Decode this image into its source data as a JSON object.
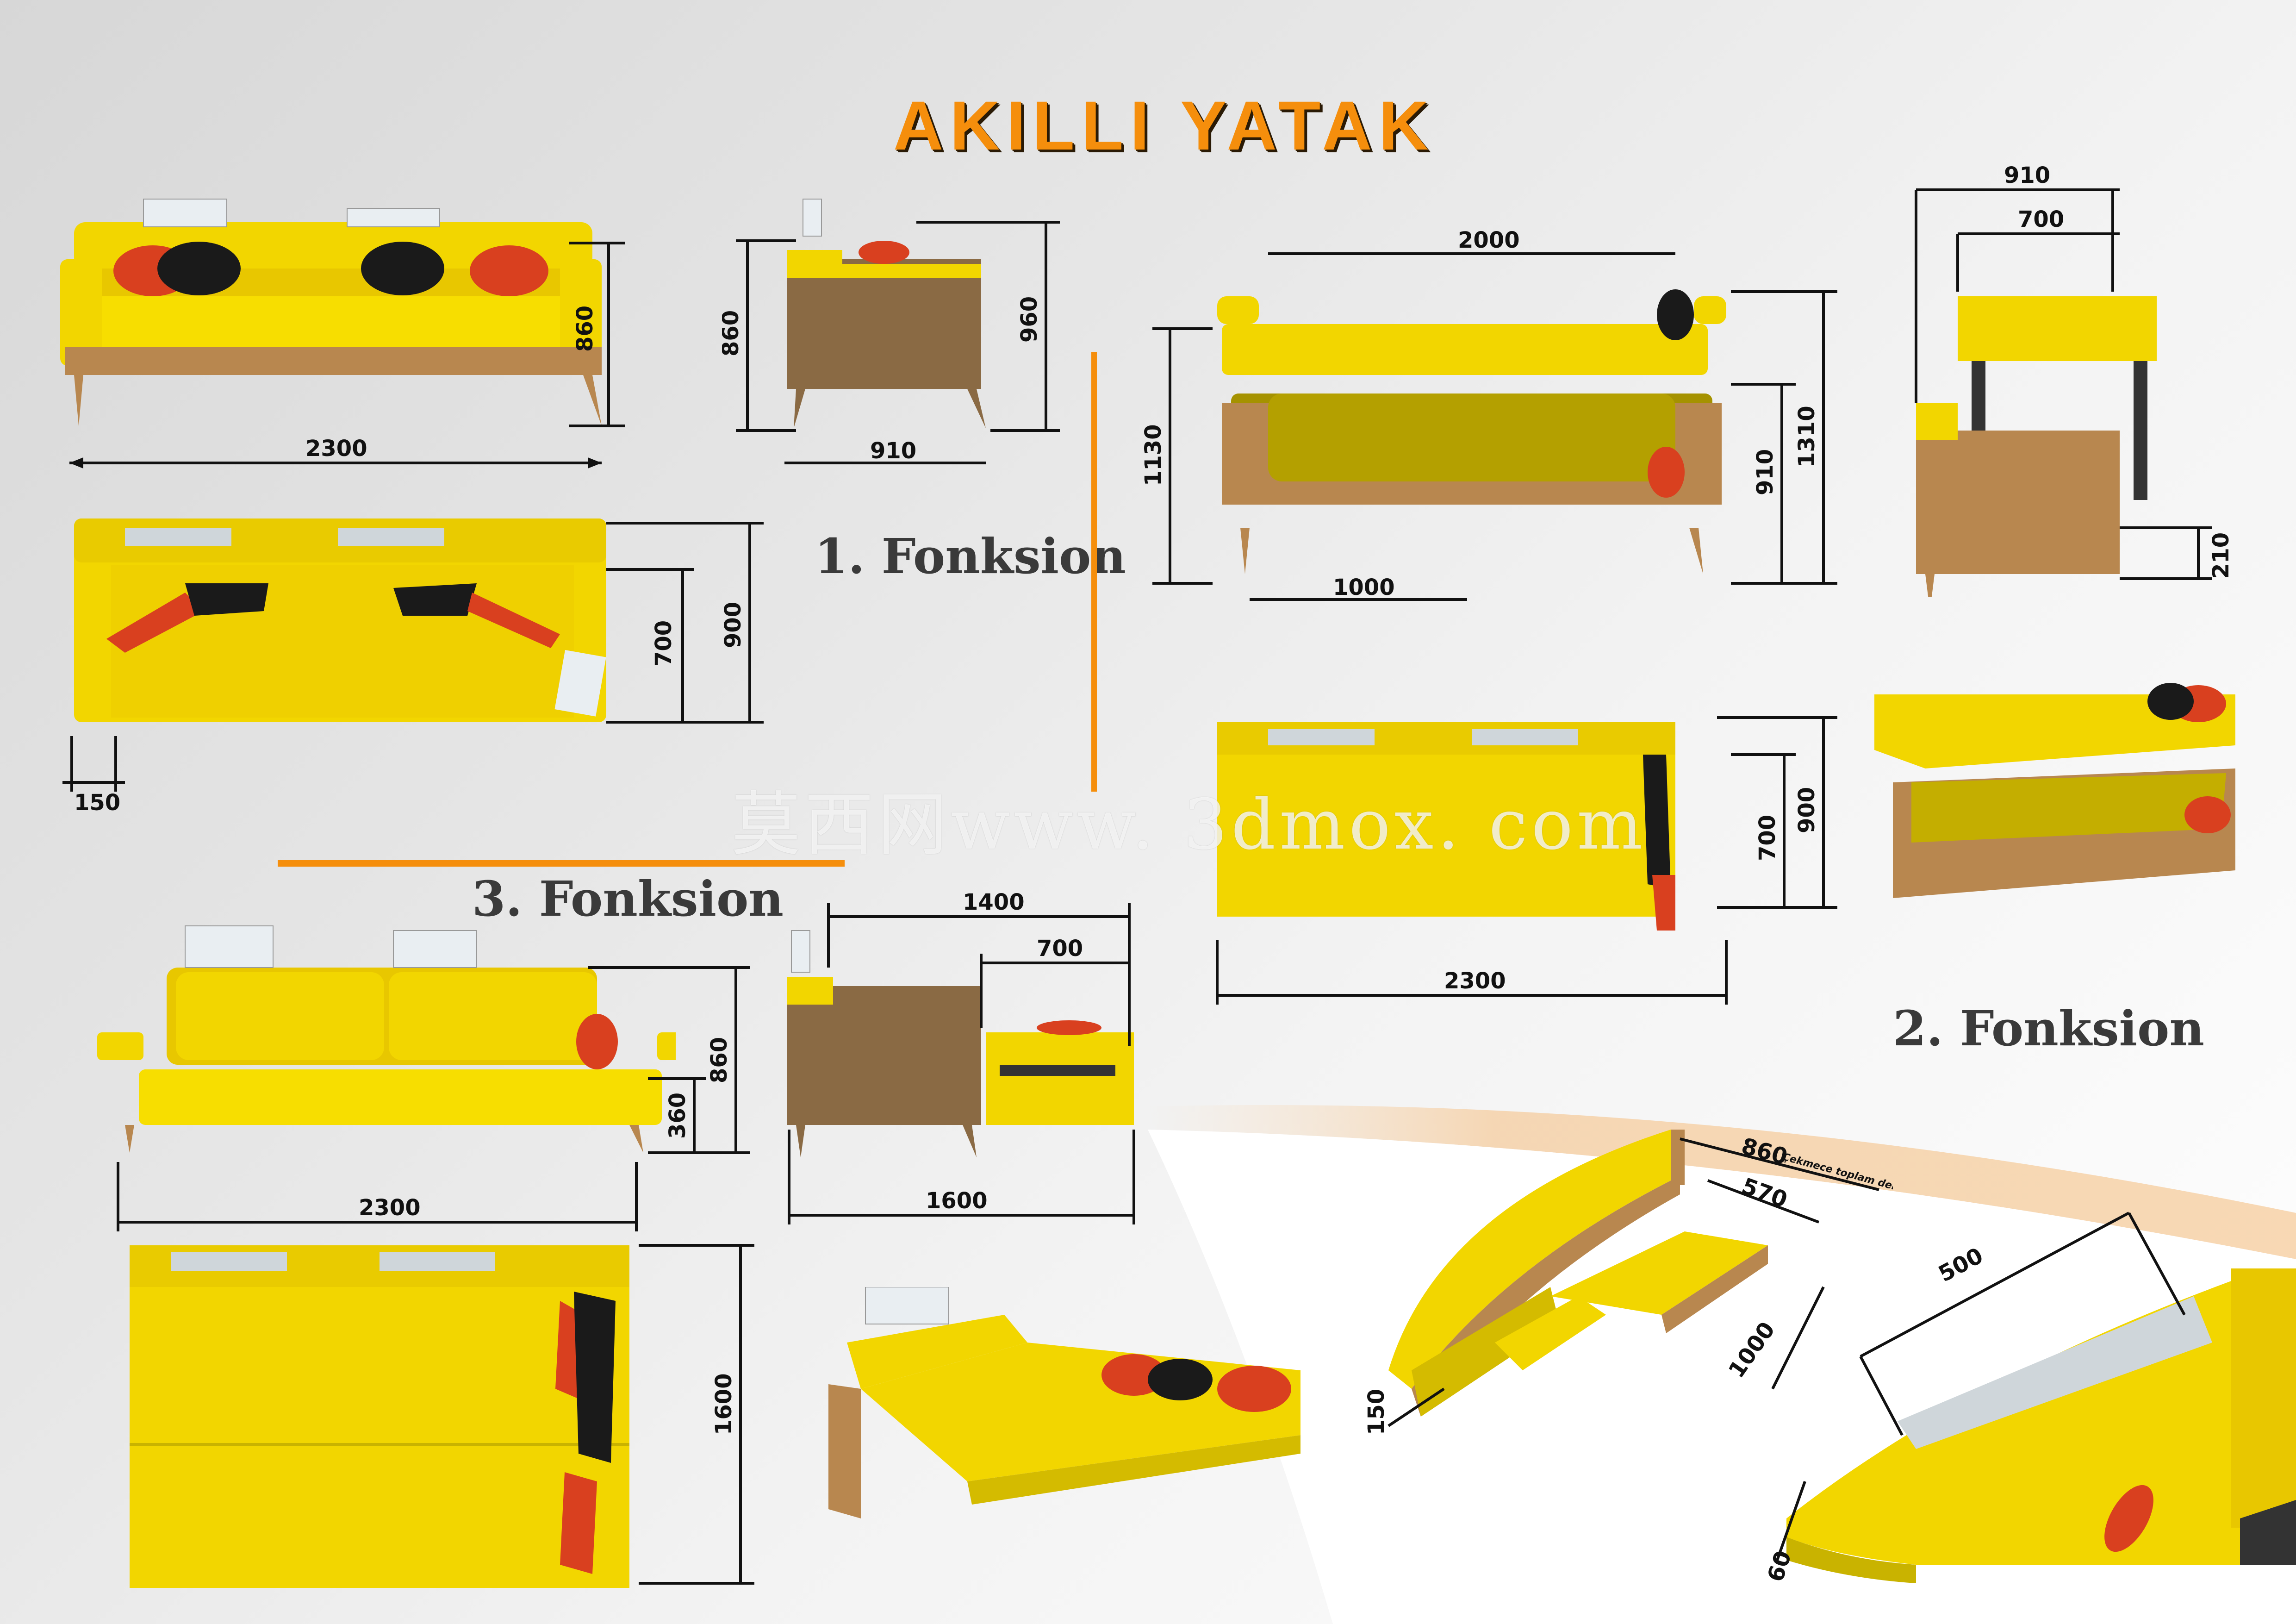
{
  "title": "AKILLI YATAK",
  "sections": {
    "f1": "1. Fonksion",
    "f2": "2. Fonksion",
    "f3": "3. Fonksion"
  },
  "watermark": "莫西网www. 3dmox. com",
  "dims": {
    "f1_front_width": "2300",
    "f1_front_height": "860",
    "f1_side_height_a": "860",
    "f1_side_height_b": "960",
    "f1_side_depth": "910",
    "f1_top_d700": "700",
    "f1_top_d900": "900",
    "f1_top_150": "150",
    "f2_width_2000": "2000",
    "f2_h1130": "1130",
    "f2_w1000": "1000",
    "f2_h910": "910",
    "f2_h1310": "1310",
    "f2_side_910": "910",
    "f2_side_700": "700",
    "f2_side_210": "210",
    "f2_top_700": "700",
    "f2_top_900": "900",
    "f2_top_2300": "2300",
    "f3_front_2300": "2300",
    "f3_front_360": "360",
    "f3_front_860": "860",
    "f3_side_1400": "1400",
    "f3_side_700": "700",
    "f3_side_1600": "1600",
    "f3_top_1600": "1600",
    "drawer_860": "860",
    "drawer_note": "Çekmece toplam derinlik",
    "drawer_570": "570",
    "drawer_1000": "1000",
    "drawer_150": "150",
    "shelf_500": "500",
    "shelf_60": "60"
  },
  "colors": {
    "accent": "#f58e0c",
    "upholstery": "#f2d600",
    "upholstery_dark": "#c9b300",
    "wood": "#b8874f",
    "wood_dark": "#8a5e34",
    "cushion_red": "#d9401f",
    "cushion_black": "#1a1a1a"
  }
}
